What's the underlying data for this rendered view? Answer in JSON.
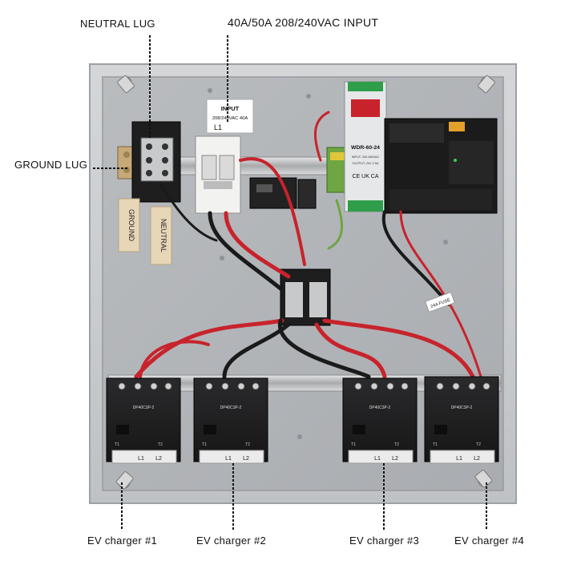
{
  "callouts": {
    "neutral_lug": "NEUTRAL LUG",
    "input": "40A/50A 208/240VAC INPUT",
    "ground_lug": "GROUND LUG",
    "chargers": [
      "EV charger #1",
      "EV charger #2",
      "EV charger #3",
      "EV charger #4"
    ]
  },
  "panel": {
    "breaker_label": "INPUT",
    "breaker_rating": "208/240VAC 40A",
    "breaker_line": "L1",
    "ground_tag": "GROUND",
    "neutral_tag": "NEUTRAL",
    "psu_model": "WDR-60-24",
    "psu_input": "INPUT: 200-480VAC",
    "psu_output": "OUTPUT: 24V 2.5A",
    "psu_marks": "CE UK CA",
    "fuse_label": "24A FUSE"
  },
  "contactors": [
    {
      "model": "DP40C3P-2",
      "terminals_top": [
        "L1",
        "L2"
      ],
      "terminals_bottom": [
        "T1",
        "T2"
      ]
    },
    {
      "model": "DP40C3P-2",
      "terminals_top": [
        "L1",
        "L2"
      ],
      "terminals_bottom": [
        "T1",
        "T2"
      ]
    },
    {
      "model": "DP40C3P-2",
      "terminals_top": [
        "L1",
        "L2"
      ],
      "terminals_bottom": [
        "T1",
        "T2"
      ]
    },
    {
      "model": "DP40C3P-2",
      "terminals_top": [
        "L1",
        "L2"
      ],
      "terminals_bottom": [
        "T1",
        "T2"
      ]
    }
  ],
  "colors": {
    "enclosure": "#c9cbcd",
    "backplate": "#b2b5b8",
    "wire_red": "#c8232c",
    "wire_black": "#1a1a1a",
    "psu_green": "#2e9e4a",
    "tag_tan": "#e8d6b8"
  }
}
